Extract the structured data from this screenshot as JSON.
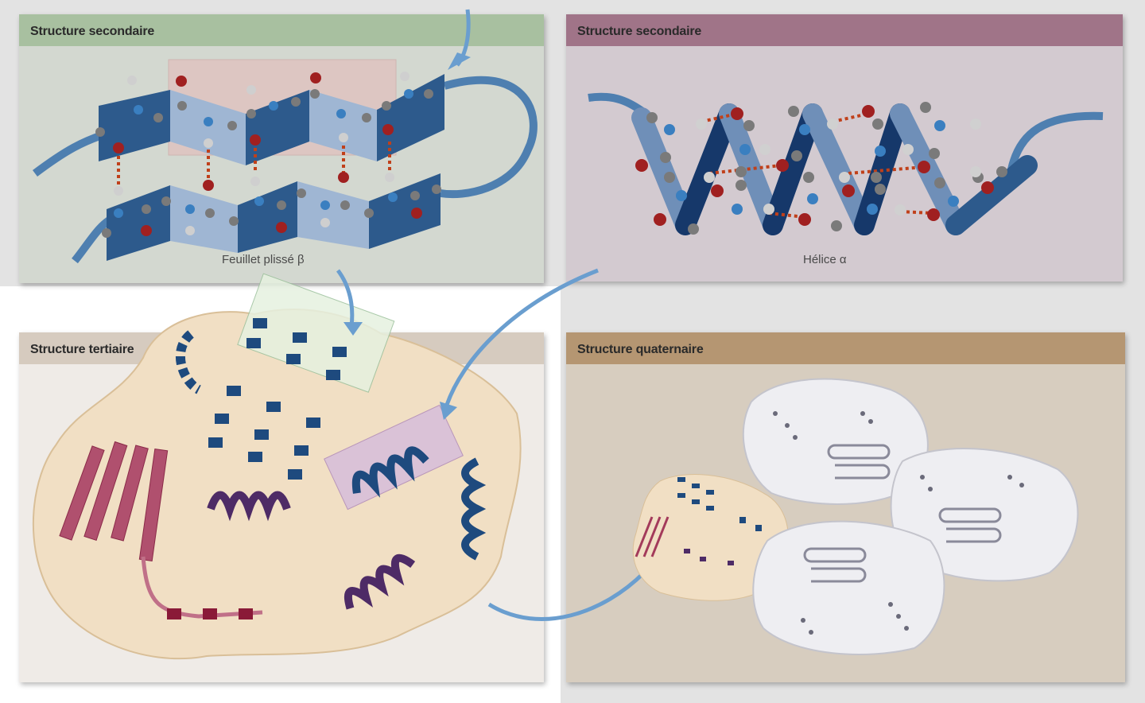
{
  "panels": {
    "beta_sheet": {
      "title": "Structure secondaire",
      "caption": "Feuillet plissé β",
      "header_color": "#a8c0a0",
      "bg_color": "#d3d8d0"
    },
    "alpha_helix": {
      "title": "Structure secondaire",
      "caption": "Hélice α",
      "header_color": "#a07488",
      "bg_color": "#d3cad0"
    },
    "tertiary": {
      "title": "Structure tertiaire",
      "header_color": "#d6cbbf",
      "bg_color": "#efebe7"
    },
    "quaternary": {
      "title": "Structure quaternaire",
      "header_color": "#b59672",
      "bg_color": "#d7cdbf"
    }
  },
  "colors": {
    "ribbon_blue": "#2d5a8c",
    "oxygen_red": "#a02020",
    "nitrogen_blue": "#3a7fc0",
    "carbon_grey": "#7a7a7a",
    "hydrogen_white": "#d0d0d0",
    "arrow_blue": "#6a9ecf",
    "protein_fill": "#f1dfc4",
    "red_domain": "#a33a5a"
  }
}
